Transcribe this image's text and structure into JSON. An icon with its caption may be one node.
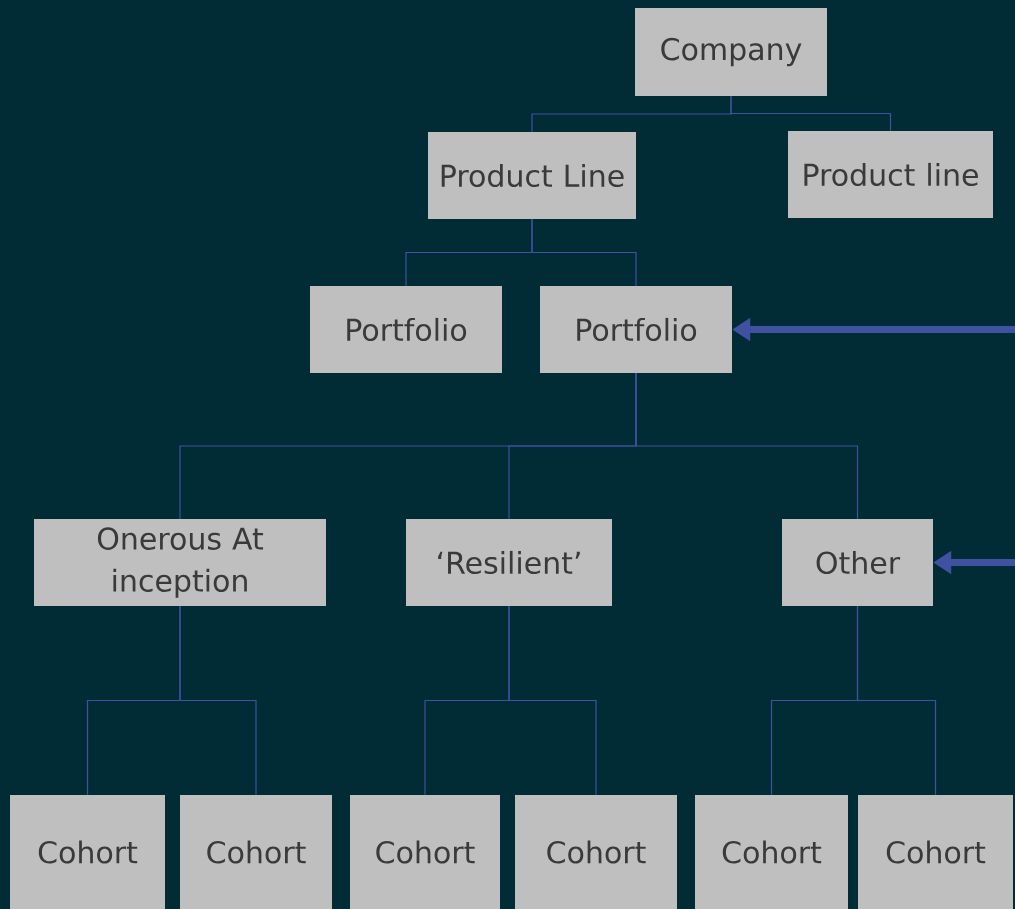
{
  "diagram": {
    "nodes": [
      {
        "text": [
          "Company"
        ]
      },
      {
        "text": [
          "Product Line"
        ]
      },
      {
        "text": [
          "Product line"
        ]
      },
      {
        "text": [
          "Portfolio"
        ]
      },
      {
        "text": [
          "Portfolio"
        ]
      },
      {
        "text": [
          "Onerous At inception"
        ]
      },
      {
        "text": [
          "‘Resilient’"
        ]
      },
      {
        "text": [
          "Other"
        ]
      },
      {
        "text": [
          "Cohort"
        ]
      },
      {
        "text": [
          "Cohort"
        ]
      },
      {
        "text": [
          "Cohort"
        ]
      },
      {
        "text": [
          "Cohort"
        ]
      },
      {
        "text": [
          "Cohort"
        ]
      },
      {
        "text": [
          "Cohort"
        ]
      }
    ],
    "edges": [
      {
        "from": 0,
        "to": 1,
        "arrow": "none"
      },
      {
        "from": 0,
        "to": 2,
        "arrow": "none"
      },
      {
        "from": 1,
        "to": 3,
        "arrow": "none"
      },
      {
        "from": 1,
        "to": 4,
        "arrow": "none"
      },
      {
        "from": 4,
        "to": 5,
        "arrow": "none"
      },
      {
        "from": 4,
        "to": 6,
        "arrow": "none"
      },
      {
        "from": 4,
        "to": 7,
        "arrow": "none"
      },
      {
        "from": 5,
        "to": 8,
        "arrow": "none"
      },
      {
        "from": 5,
        "to": 9,
        "arrow": "none"
      },
      {
        "from": 6,
        "to": 10,
        "arrow": "none"
      },
      {
        "from": 6,
        "to": 11,
        "arrow": "none"
      },
      {
        "from": 7,
        "to": 12,
        "arrow": "none"
      },
      {
        "from": 7,
        "to": 13,
        "arrow": "none"
      },
      {
        "from": null,
        "to": 4,
        "arrow": "to",
        "style": "thick"
      },
      {
        "from": null,
        "to": 7,
        "arrow": "to",
        "style": "thick"
      }
    ]
  }
}
